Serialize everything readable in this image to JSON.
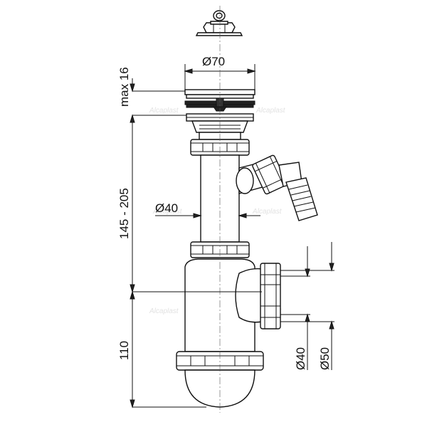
{
  "dimensions": {
    "top_diameter": "Ø70",
    "pipe_diameter": "Ø40",
    "outlet_inner": "Ø40",
    "outlet_outer": "Ø50",
    "flange_height": "max 16",
    "pipe_height": "145 - 205",
    "bowl_height": "110"
  },
  "watermark": "Alcaplast"
}
